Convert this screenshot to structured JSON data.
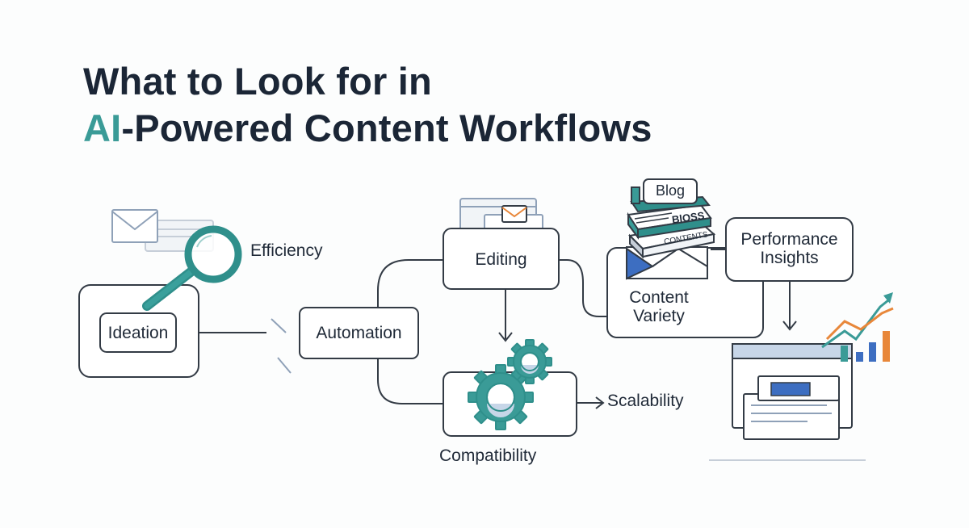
{
  "title": {
    "line1": "What to Look for in",
    "line2_accent": "AI",
    "line2_rest": "-Powered Content Workflows"
  },
  "colors": {
    "accent": "#3a9b97",
    "stroke": "#333b45",
    "blue": "#3d6ec1",
    "orange": "#e8873a"
  },
  "nodes": {
    "ideation": "Ideation",
    "efficiency": "Efficiency",
    "automation": "Automation",
    "editing": "Editing",
    "compatibility": "Compatibility",
    "scalability": "Scalability",
    "content_variety_line1": "Content",
    "content_variety_line2": "Variety",
    "performance_insights_line1": "Performance",
    "performance_insights_line2": "Insights"
  },
  "stack_labels": {
    "top": "Blog",
    "middle": "BlOSS",
    "bottom": "CONTENTS"
  },
  "icons": [
    "envelope-icon",
    "magnifier-icon",
    "browser-window-icon",
    "gears-icon",
    "book-stack-icon",
    "chart-icon",
    "dashboard-window-icon"
  ]
}
